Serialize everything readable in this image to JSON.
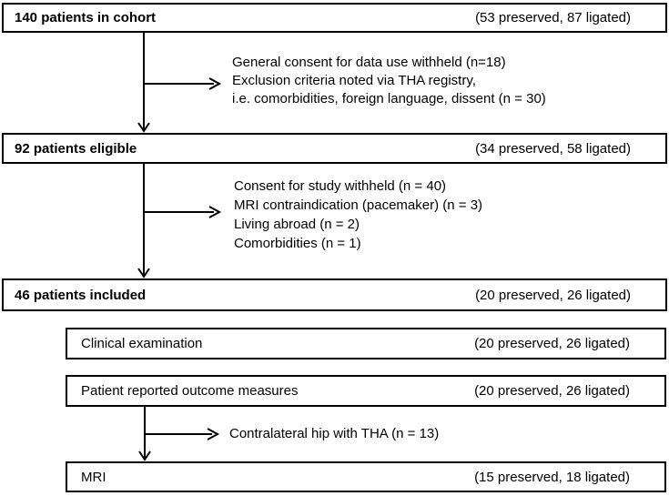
{
  "colors": {
    "background": "#ffffff",
    "line": "#000000",
    "text": "#000000"
  },
  "boxes": [
    {
      "label": "140 patients in cohort",
      "count": "(53 preserved, 87 ligated)"
    },
    {
      "label": "92 patients eligible",
      "count": "(34 preserved, 58 ligated)"
    },
    {
      "label": "46 patients included",
      "count": "(20 preserved, 26 ligated)"
    },
    {
      "label": "Clinical examination",
      "count": "(20 preserved, 26 ligated)"
    },
    {
      "label": "Patient reported outcome measures",
      "count": "(20 preserved, 26 ligated)"
    },
    {
      "label": "MRI",
      "count": "(15 preserved, 18 ligated)"
    }
  ],
  "exclusions": [
    {
      "lines": [
        "General consent for data use withheld (n=18)",
        "Exclusion criteria noted via THA registry,",
        "i.e. comorbidities, foreign language, dissent (n = 30)"
      ]
    },
    {
      "lines": [
        "Consent for study withheld (n = 40)",
        "MRI contraindication (pacemaker) (n = 3)",
        "Living abroad (n = 2)",
        "Comorbidities (n = 1)"
      ]
    },
    {
      "lines": [
        "Contralateral hip with THA (n = 13)"
      ]
    }
  ]
}
